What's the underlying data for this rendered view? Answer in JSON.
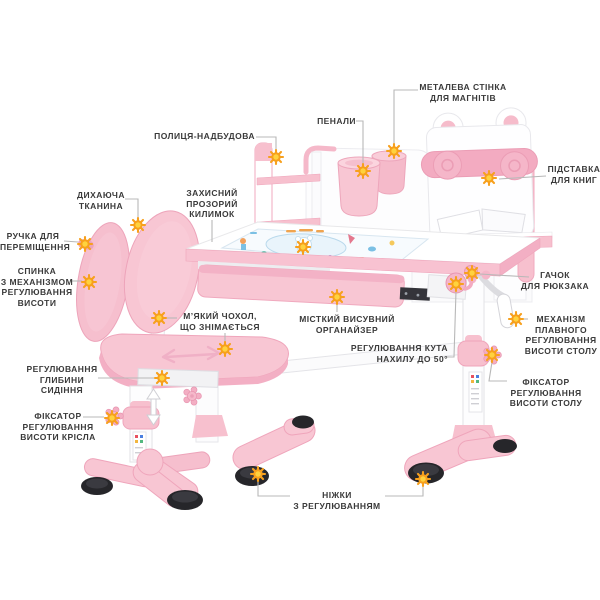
{
  "diagram": {
    "language": "uk",
    "subject": "children-desk-and-chair-feature-diagram"
  },
  "labels": {
    "polytsia": {
      "text": "ПОЛИЦЯ-НАДБУДОВА"
    },
    "metaleva": {
      "text": "МЕТАЛЕВА СТІНКА\nДЛЯ МАГНІТІВ"
    },
    "penaly": {
      "text": "ПЕНАЛИ"
    },
    "pidstavka": {
      "text": "ПІДСТАВКА\nДЛЯ КНИГ"
    },
    "dykhaiucha": {
      "text": "ДИХАЮЧА\nТКАНИНА"
    },
    "zakhysnyi": {
      "text": "ЗАХИСНИЙ\nПРОЗОРИЙ\nКИЛИМОК"
    },
    "ruchka": {
      "text": "РУЧКА ДЛЯ\nПЕРЕМІЩЕННЯ"
    },
    "spynka": {
      "text": "СПИНКА\nЗ МЕХАНІЗМОМ\nРЕГУЛЮВАННЯ\nВИСОТИ"
    },
    "miakyi": {
      "text": "М’ЯКИЙ ЧОХОЛ,\nЩО ЗНІМАЄТЬСЯ"
    },
    "mistkyi": {
      "text": "МІСТКИЙ ВИСУВНИЙ\nОРГАНАЙЗЕР"
    },
    "kuta": {
      "text": "РЕГУЛЮВАННЯ КУТА\nНАХИЛУ ДО 50°"
    },
    "hachok": {
      "text": "ГАЧОК\nДЛЯ РЮКЗАКА"
    },
    "mekhanizm": {
      "text": "МЕХАНІЗМ\nПЛАВНОГО\nРЕГУЛЮВАННЯ\nВИСОТИ СТОЛУ"
    },
    "fiksator_stolu": {
      "text": "ФІКСАТОР\nРЕГУЛЮВАННЯ\nВИСОТИ СТОЛУ"
    },
    "fiksator_krisla": {
      "text": "ФІКСАТОР\nРЕГУЛЮВАННЯ\nВИСОТИ КРІСЛА"
    },
    "hlybyny": {
      "text": "РЕГУЛЮВАННЯ\nГЛИБИНИ\nСИДІННЯ"
    },
    "nizhky": {
      "text": "НІЖКИ\nЗ РЕГУЛЮВАННЯМ"
    }
  },
  "colors": {
    "pink": "#f8c6d3",
    "pink_edge": "#efa5bb",
    "pink_deep": "#e795b0",
    "marker_orange": "#f7a01d",
    "marker_yellow": "#ffd23e",
    "connector_gray": "#b8b8b8",
    "text": "#3a3a3a",
    "foot_black": "#26262a",
    "background": "#ffffff"
  }
}
